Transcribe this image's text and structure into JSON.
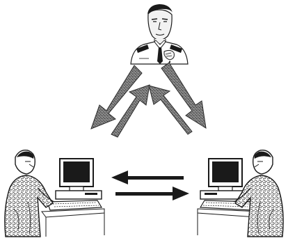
{
  "diagram": {
    "nodes": [
      {
        "id": "supervisor",
        "icon": "supervisor-portrait-icon"
      },
      {
        "id": "workstation-left",
        "icon": "operator-at-computer-icon"
      },
      {
        "id": "workstation-right",
        "icon": "operator-at-computer-icon"
      }
    ],
    "edges": [
      {
        "from": "supervisor",
        "to": "workstation-left",
        "direction": "down"
      },
      {
        "from": "workstation-left",
        "to": "supervisor",
        "direction": "up"
      },
      {
        "from": "workstation-right",
        "to": "supervisor",
        "direction": "up"
      },
      {
        "from": "supervisor",
        "to": "workstation-right",
        "direction": "down"
      },
      {
        "from": "workstation-right",
        "to": "workstation-left",
        "direction": "left"
      },
      {
        "from": "workstation-left",
        "to": "workstation-right",
        "direction": "right"
      }
    ],
    "colors": {
      "arrow_fill": "#6b6b6b",
      "arrow_stroke": "#2a2a2a",
      "line_art": "#1a1a1a",
      "background": "#ffffff"
    }
  }
}
